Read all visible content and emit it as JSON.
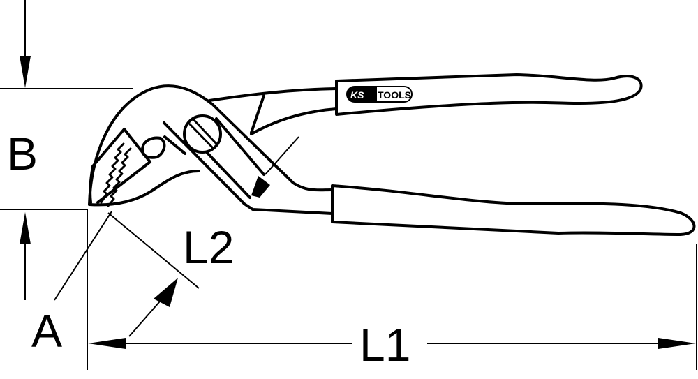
{
  "diagram": {
    "labels": {
      "B": "B",
      "A": "A",
      "L1": "L1",
      "L2": "L2"
    },
    "logo": {
      "text_ks": "KS",
      "text_tools": "TOOLS"
    },
    "colors": {
      "line": "#000000",
      "background": "#ffffff"
    }
  }
}
